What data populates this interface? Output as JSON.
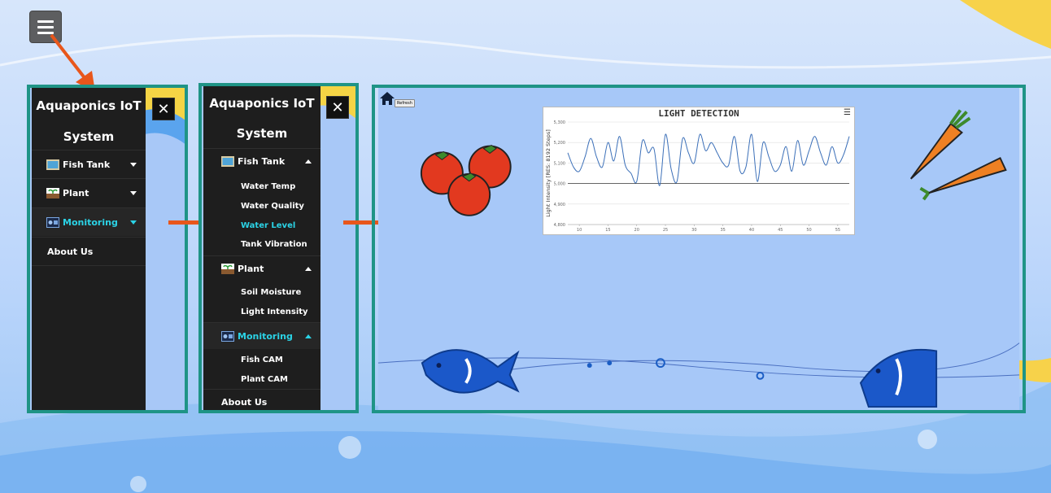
{
  "colors": {
    "nav_bg": "#1e1e1e",
    "panel_border": "#1f9486",
    "active": "#2bd3e6",
    "arrow": "#e8561b"
  },
  "menu_collapsed": {
    "brand_line1": "Aquaponics IoT",
    "brand_line2": "System",
    "items": [
      {
        "label": "Fish Tank",
        "icon": "fish-tank-icon"
      },
      {
        "label": "Plant",
        "icon": "plant-icon"
      },
      {
        "label": "Monitoring",
        "icon": "monitoring-icon"
      },
      {
        "label": "About Us"
      }
    ]
  },
  "menu_expanded": {
    "brand_line1": "Aquaponics IoT",
    "brand_line2": "System",
    "fish_tank": {
      "label": "Fish Tank",
      "subs": [
        "Water Temp",
        "Water Quality",
        "Water Level",
        "Tank Vibration"
      ]
    },
    "plant": {
      "label": "Plant",
      "subs": [
        "Soil Moisture",
        "Light Intensity"
      ]
    },
    "monitoring": {
      "label": "Monitoring",
      "subs": [
        "Fish CAM",
        "Plant CAM"
      ]
    },
    "about": "About Us"
  },
  "page": {
    "refresh_label": "Refresh"
  },
  "chart_data": {
    "type": "line",
    "title": "LIGHT DETECTION",
    "ylabel": "Light Intensity [RES: 8192 Steps]",
    "ylim": [
      4800,
      5300
    ],
    "yticks": [
      "5,300",
      "5,200",
      "5,100",
      "5,000",
      "4,900",
      "4,800"
    ],
    "xticks": [
      "10",
      "15",
      "20",
      "25",
      "30",
      "35",
      "40",
      "45",
      "50",
      "55"
    ],
    "x": [
      8,
      9,
      10,
      11,
      12,
      13,
      14,
      15,
      16,
      17,
      18,
      19,
      20,
      21,
      22,
      23,
      24,
      25,
      26,
      27,
      28,
      29,
      30,
      31,
      32,
      33,
      34,
      35,
      36,
      37,
      38,
      39,
      40,
      41,
      42,
      43,
      44,
      45,
      46,
      47,
      48,
      49,
      50,
      51,
      52,
      53,
      54,
      55,
      56,
      57
    ],
    "values": [
      5150,
      5080,
      5060,
      5130,
      5220,
      5130,
      5080,
      5200,
      5110,
      5230,
      5090,
      5050,
      5010,
      5210,
      5150,
      5170,
      4990,
      5240,
      5070,
      5010,
      5220,
      5150,
      5100,
      5240,
      5160,
      5200,
      5150,
      5100,
      5090,
      5230,
      5060,
      5080,
      5240,
      5010,
      5200,
      5130,
      5060,
      5090,
      5180,
      5060,
      5210,
      5090,
      5160,
      5230,
      5150,
      5090,
      5180,
      5100,
      5140,
      5230
    ]
  }
}
